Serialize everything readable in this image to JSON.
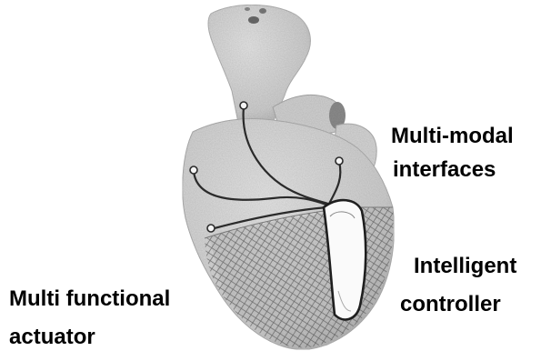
{
  "figure": {
    "labels": {
      "interfaces_line1": "Multi-modal",
      "interfaces_line2": "interfaces",
      "controller_line1": "Intelligent",
      "controller_line2": "controller",
      "actuator_line1": "Multi functional",
      "actuator_line2": "actuator"
    },
    "colors": {
      "heart_fill": "#d9d9d9",
      "heart_shadow": "#a8a8a8",
      "mesh": "#555555",
      "wire": "#222222",
      "label": "#000000"
    }
  }
}
